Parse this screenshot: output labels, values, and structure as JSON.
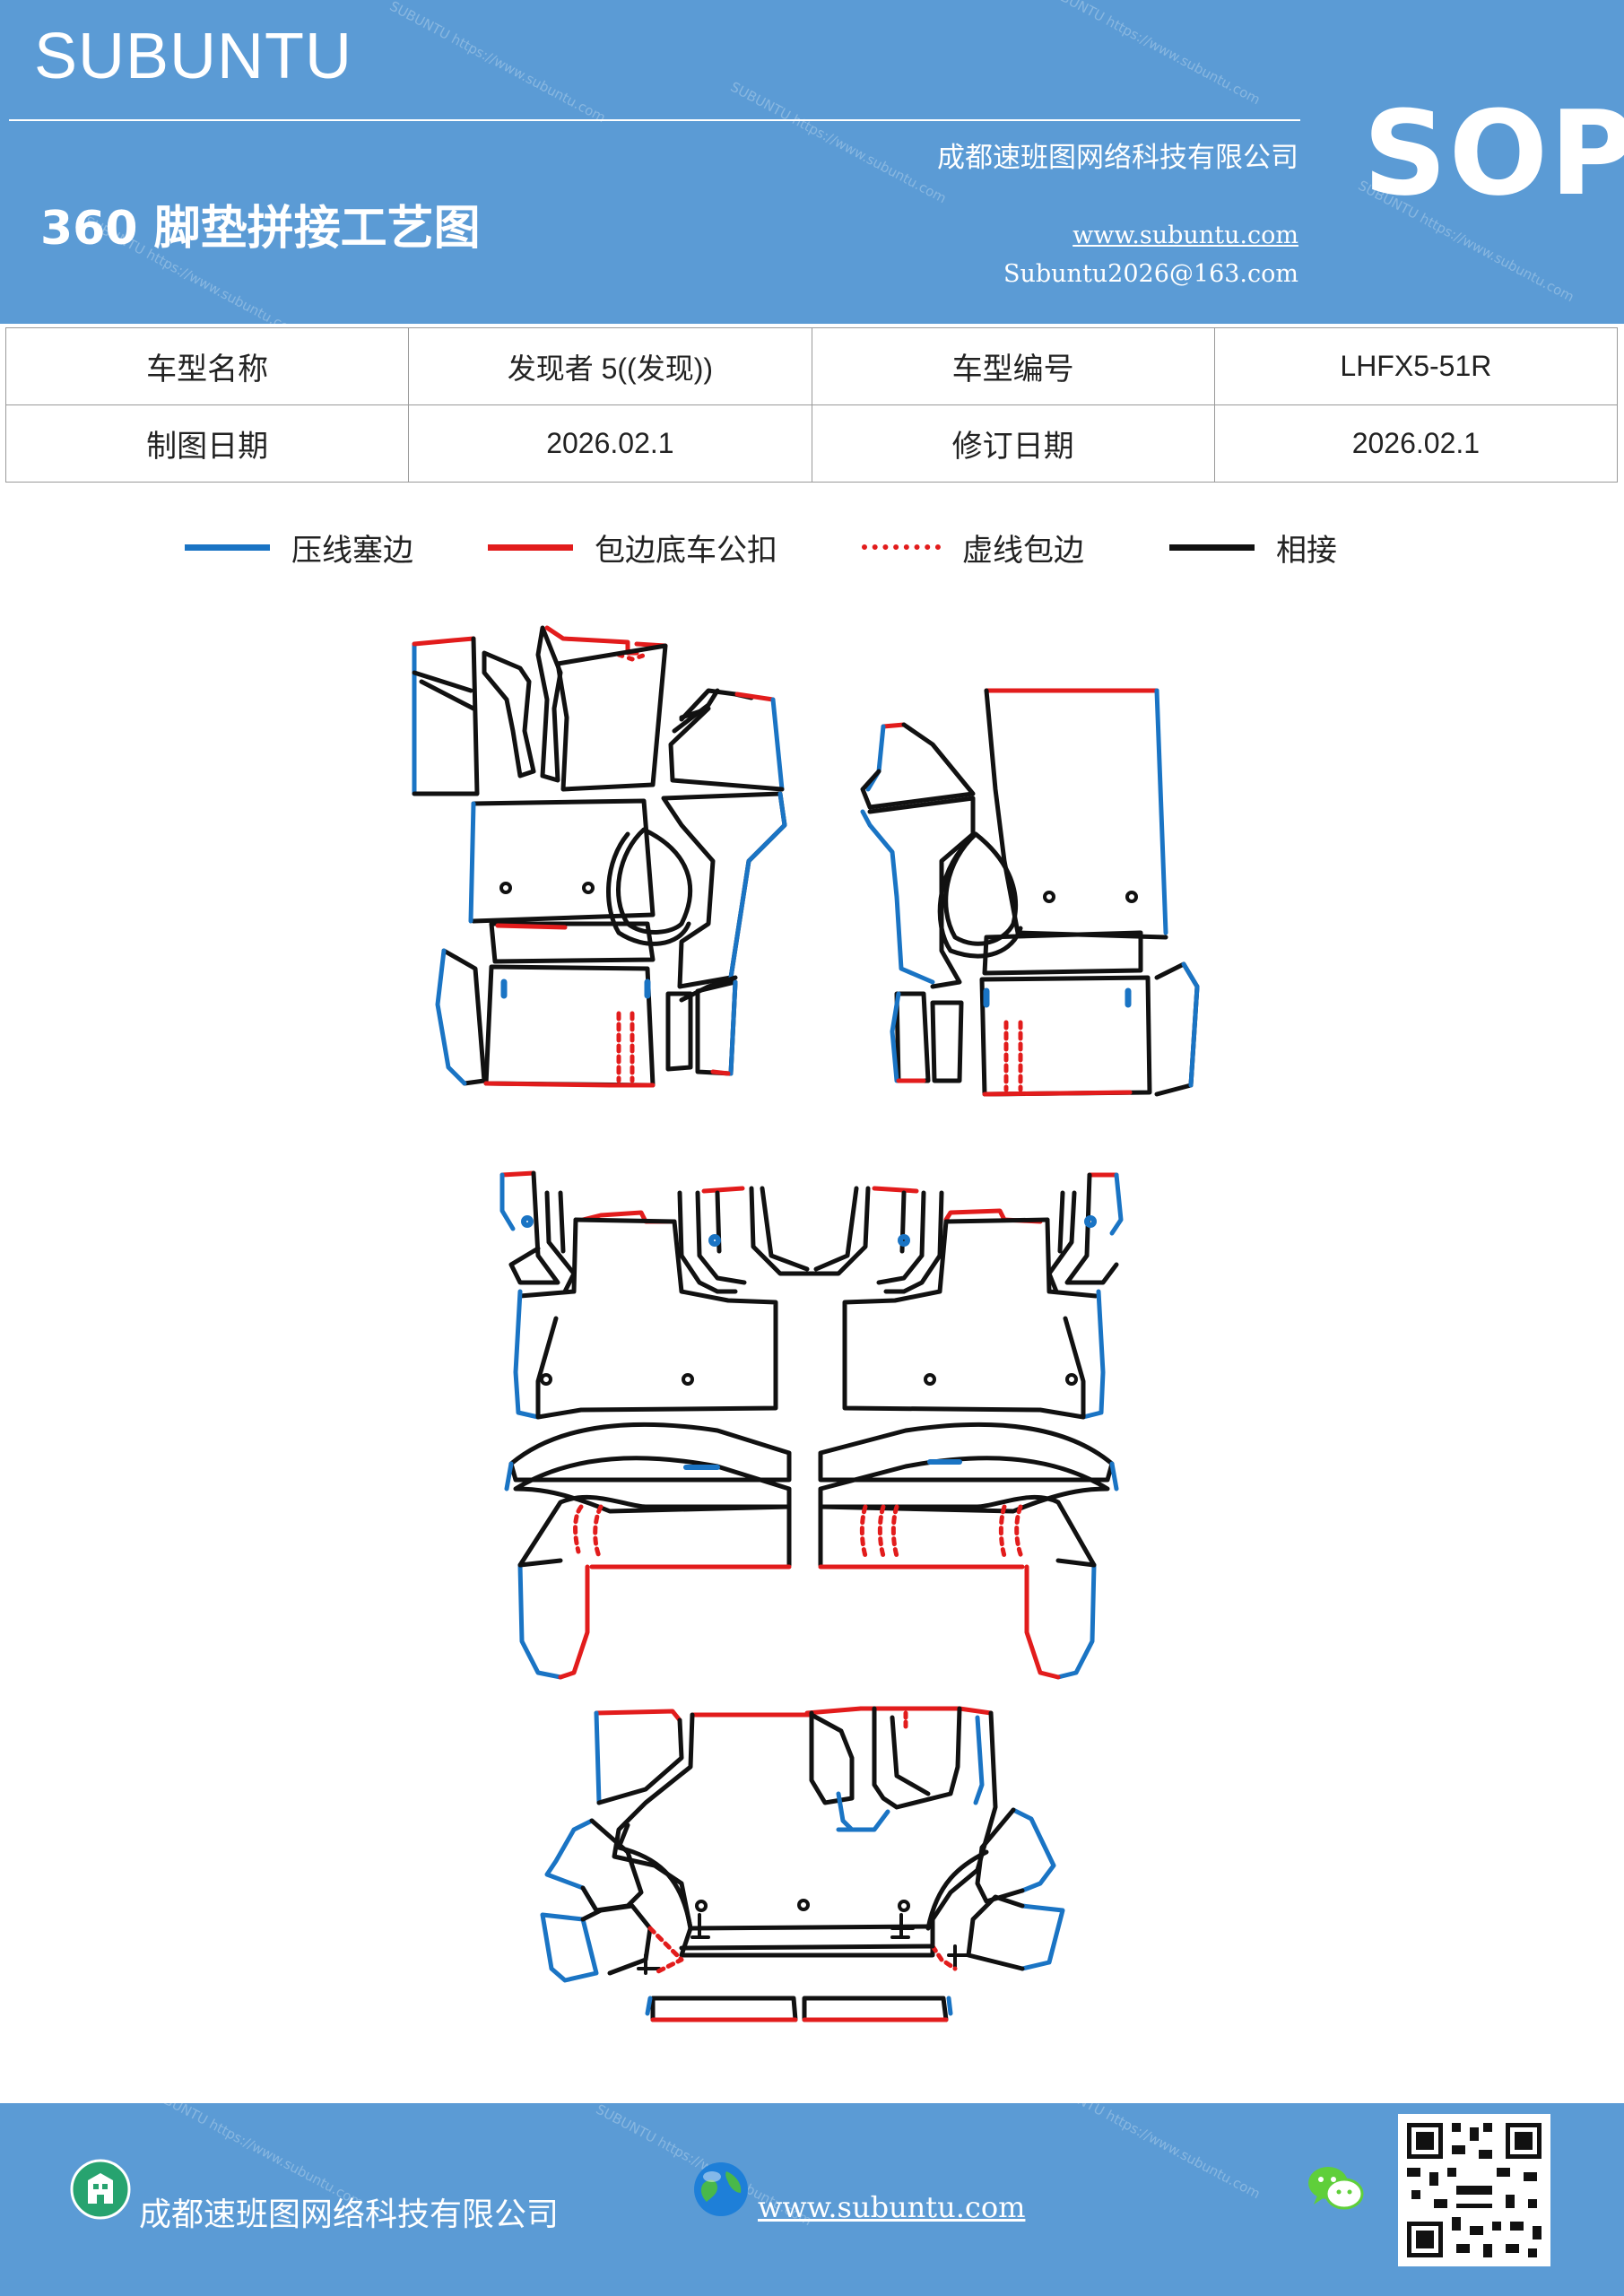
{
  "header": {
    "brand": "SUBUNTU",
    "title": "360 脚垫拼接工艺图",
    "company": "成都速班图网络科技有限公司",
    "website": "www.subuntu.com",
    "email": "Subuntu2026@163.com",
    "badge": "SOP",
    "watermark": "SUBUNTU https://www.subuntu.com"
  },
  "info_table": {
    "rows": [
      [
        {
          "label": "车型名称"
        },
        {
          "value": "发现者 5((发现))"
        },
        {
          "label": "车型编号"
        },
        {
          "value": "LHFX5-51R"
        }
      ],
      [
        {
          "label": "制图日期"
        },
        {
          "value": "2026.02.1"
        },
        {
          "label": "修订日期"
        },
        {
          "value": "2026.02.1"
        }
      ]
    ],
    "model_name_label": "车型名称",
    "model_name": "发现者 5((发现))",
    "model_code_label": "车型编号",
    "model_code": "LHFX5-51R",
    "draw_date_label": "制图日期",
    "draw_date": "2026.02.1",
    "revise_date_label": "修订日期",
    "revise_date": "2026.02.1"
  },
  "legend": [
    {
      "label": "压线塞边",
      "color": "#1a74c4",
      "style": "solid"
    },
    {
      "label": "包边底车公扣",
      "color": "#e21c1c",
      "style": "solid"
    },
    {
      "label": "虚线包边",
      "color": "#e21c1c",
      "style": "dotted"
    },
    {
      "label": "相接",
      "color": "#111111",
      "style": "solid"
    }
  ],
  "colors": {
    "header_bg": "#5b9bd5",
    "press_line": "#1a74c4",
    "edge_binding": "#e21c1c",
    "joint": "#111111"
  },
  "footer": {
    "company": "成都速班图网络科技有限公司",
    "website": "www.subuntu.com",
    "icons": [
      "building-icon",
      "globe-icon",
      "wechat-icon",
      "qr-code"
    ]
  }
}
